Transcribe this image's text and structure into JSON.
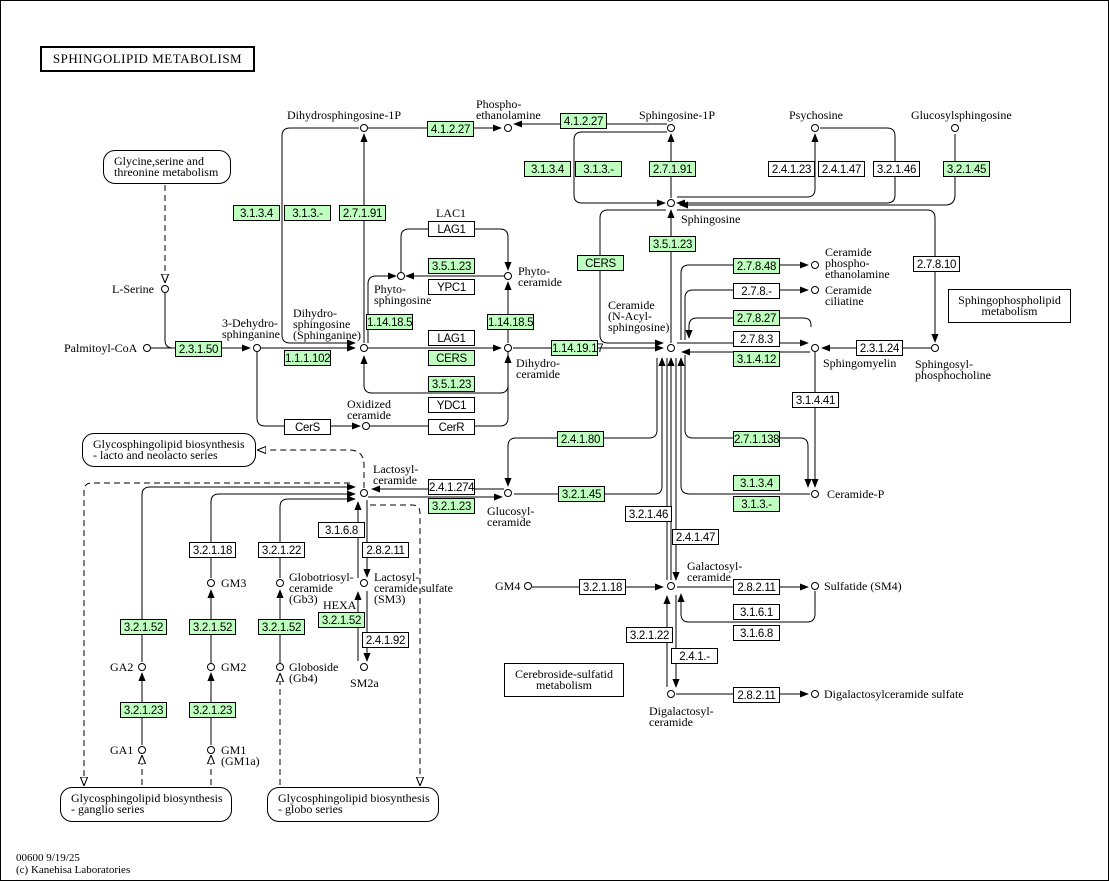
{
  "title": "SPHINGOLIPID  METABOLISM",
  "colors": {
    "highlight": "#bfffbf",
    "line": "#000000"
  },
  "footer": {
    "id_date": "00600 9/19/25",
    "copyright": "(c) Kanehisa Laboratories"
  },
  "maps": {
    "glycine": "Glycine,serine and\nthreonine metabolism",
    "lacto": "Glycosphingolipid biosynthesis\n- lacto and neolacto series",
    "ganglio": "Glycosphingolipid biosynthesis\n- ganglio series",
    "globo": "Glycosphingolipid biosynthesis\n- globo series",
    "sphingophospholipid": "Sphingophospholipid\nmetabolism",
    "cerebroside": "Cerebroside-sulfatid\nmetabolism"
  },
  "compounds": {
    "lserine": "L-Serine",
    "palmitoyl": "Palmitoyl-CoA",
    "dehydro": "3-Dehydro-\nsphinganine",
    "dihydrosph": "Dihydro-\nsphingosine\n(Sphinganine)",
    "dihydro1p": "Dihydrosphingosine-1P",
    "phosphoeth": "Phospho-\nethanolamine",
    "sph1p": "Sphingosine-1P",
    "psychosine": "Psychosine",
    "glucosylsph": "Glucosylsphingosine",
    "sphingosine": "Sphingosine",
    "lac1": "LAC1",
    "phytosph": "Phyto-\nsphingosine",
    "phytocer": "Phyto-\nceramide",
    "dihydrocer": "Dihydro-\nceramide",
    "oxcer": "Oxidized\nceramide",
    "ceramide": "Ceramide\n(N-Acyl-\nsphingosine)",
    "cerpe": "Ceramide\nphospho-\nethanolamine",
    "cercil": "Ceramide\nciliatine",
    "sphingomyelin": "Sphingomyelin",
    "sphpc": "Sphingosyl-\nphosphocholine",
    "cerp": "Ceramide-P",
    "lactosylcer": "Lactosyl-\nceramide",
    "glucosylcer": "Glucosyl-\nceramide",
    "galactosylcer": "Galactosyl-\nceramide",
    "gm4": "GM4",
    "sulfatide": "Sulfatide (SM4)",
    "digal": "Digalactosyl-\nceramide",
    "digalsulf": "Digalactosylceramide sulfate",
    "gm3": "GM3",
    "gb3": "Globotriosyl-\nceramide\n(Gb3)",
    "sm3": "Lactosyl-\nceramide sulfate\n(SM3)",
    "hexa": "HEXA",
    "ga2": "GA2",
    "gm2": "GM2",
    "gb4": "Globoside\n(Gb4)",
    "sm2a": "SM2a",
    "ga1": "GA1",
    "gm1": "GM1\n(GM1a)"
  },
  "enzymes": [
    {
      "id": "e1",
      "label": "2.3.1.50",
      "hl": true
    },
    {
      "id": "e2",
      "label": "1.1.1.102",
      "hl": true
    },
    {
      "id": "e3",
      "label": "3.1.3.4",
      "hl": true
    },
    {
      "id": "e4",
      "label": "3.1.3.-",
      "hl": true
    },
    {
      "id": "e5",
      "label": "2.7.1.91",
      "hl": true
    },
    {
      "id": "e6",
      "label": "4.1.2.27",
      "hl": true
    },
    {
      "id": "e7",
      "label": "4.1.2.27",
      "hl": true
    },
    {
      "id": "e8",
      "label": "3.1.3.4",
      "hl": true
    },
    {
      "id": "e9",
      "label": "3.1.3.-",
      "hl": true
    },
    {
      "id": "e10",
      "label": "2.7.1.91",
      "hl": true
    },
    {
      "id": "e11",
      "label": "2.4.1.23",
      "hl": false
    },
    {
      "id": "e12",
      "label": "2.4.1.47",
      "hl": false
    },
    {
      "id": "e13",
      "label": "3.2.1.46",
      "hl": false
    },
    {
      "id": "e14",
      "label": "3.2.1.45",
      "hl": true
    },
    {
      "id": "e15",
      "label": "LAG1",
      "hl": false
    },
    {
      "id": "e16",
      "label": "3.5.1.23",
      "hl": true
    },
    {
      "id": "e17",
      "label": "YPC1",
      "hl": false
    },
    {
      "id": "e18",
      "label": "1.14.18.5",
      "hl": true
    },
    {
      "id": "e19",
      "label": "1.14.18.5",
      "hl": true
    },
    {
      "id": "e20",
      "label": "LAG1",
      "hl": false
    },
    {
      "id": "e21",
      "label": "CERS",
      "hl": true
    },
    {
      "id": "e22",
      "label": "3.5.1.23",
      "hl": true
    },
    {
      "id": "e23",
      "label": "YDC1",
      "hl": false
    },
    {
      "id": "e24",
      "label": "CerS",
      "hl": false
    },
    {
      "id": "e25",
      "label": "CerR",
      "hl": false
    },
    {
      "id": "e26",
      "label": "1.14.19.17",
      "hl": true
    },
    {
      "id": "e27",
      "label": "CERS",
      "hl": true
    },
    {
      "id": "e28",
      "label": "3.5.1.23",
      "hl": true
    },
    {
      "id": "e29",
      "label": "2.7.8.48",
      "hl": true
    },
    {
      "id": "e30",
      "label": "2.7.8.-",
      "hl": false
    },
    {
      "id": "e31",
      "label": "2.7.8.27",
      "hl": true
    },
    {
      "id": "e32",
      "label": "2.7.8.3",
      "hl": false
    },
    {
      "id": "e33",
      "label": "3.1.4.12",
      "hl": true
    },
    {
      "id": "e34",
      "label": "2.7.8.10",
      "hl": false
    },
    {
      "id": "e35",
      "label": "2.3.1.24",
      "hl": false
    },
    {
      "id": "e36",
      "label": "3.1.4.41",
      "hl": false
    },
    {
      "id": "e37",
      "label": "2.7.1.138",
      "hl": true
    },
    {
      "id": "e38",
      "label": "3.1.3.4",
      "hl": true
    },
    {
      "id": "e39",
      "label": "3.1.3.-",
      "hl": true
    },
    {
      "id": "e40",
      "label": "2.4.1.80",
      "hl": true
    },
    {
      "id": "e41",
      "label": "3.2.1.45",
      "hl": true
    },
    {
      "id": "e42",
      "label": "2.4.1.274",
      "hl": false
    },
    {
      "id": "e43",
      "label": "3.2.1.23",
      "hl": true
    },
    {
      "id": "e44",
      "label": "3.2.1.46",
      "hl": false
    },
    {
      "id": "e45",
      "label": "2.4.1.47",
      "hl": false
    },
    {
      "id": "e46",
      "label": "3.2.1.18",
      "hl": false
    },
    {
      "id": "e47",
      "label": "2.8.2.11",
      "hl": false
    },
    {
      "id": "e48",
      "label": "3.1.6.1",
      "hl": false
    },
    {
      "id": "e49",
      "label": "3.1.6.8",
      "hl": false
    },
    {
      "id": "e50",
      "label": "3.2.1.22",
      "hl": false
    },
    {
      "id": "e51",
      "label": "2.4.1.-",
      "hl": false
    },
    {
      "id": "e52",
      "label": "2.8.2.11",
      "hl": false
    },
    {
      "id": "e53",
      "label": "3.1.6.8",
      "hl": false
    },
    {
      "id": "e54",
      "label": "2.8.2.11",
      "hl": false
    },
    {
      "id": "e55",
      "label": "3.2.1.18",
      "hl": false
    },
    {
      "id": "e56",
      "label": "3.2.1.22",
      "hl": false
    },
    {
      "id": "e57",
      "label": "3.2.1.52",
      "hl": true
    },
    {
      "id": "e58",
      "label": "3.2.1.52",
      "hl": true
    },
    {
      "id": "e59",
      "label": "3.2.1.52",
      "hl": true
    },
    {
      "id": "e60",
      "label": "3.2.1.52",
      "hl": true
    },
    {
      "id": "e61",
      "label": "2.4.1.92",
      "hl": false
    },
    {
      "id": "e62",
      "label": "3.2.1.23",
      "hl": true
    },
    {
      "id": "e63",
      "label": "3.2.1.23",
      "hl": true
    }
  ]
}
